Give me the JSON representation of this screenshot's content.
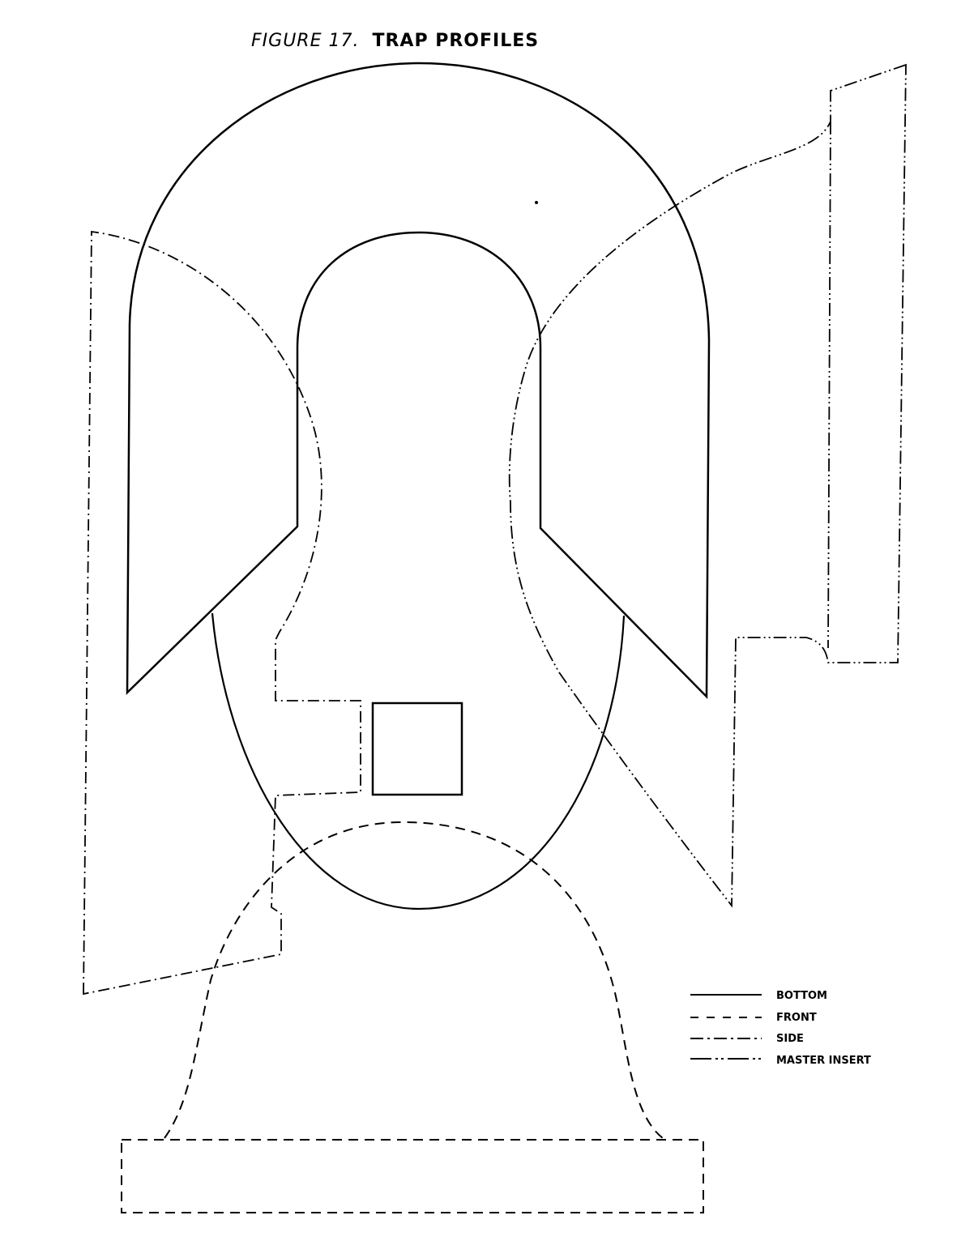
{
  "title": {
    "figure": "FIGURE 17.",
    "text": "TRAP PROFILES"
  },
  "legend": [
    {
      "label": "BOTTOM",
      "style": "solid"
    },
    {
      "label": "FRONT",
      "style": "dashed"
    },
    {
      "label": "SIDE",
      "style": "dash-dot"
    },
    {
      "label": "MASTER INSERT",
      "style": "dash-dot-dot"
    }
  ],
  "colors": {
    "ink": "#000000",
    "paper": "#ffffff"
  }
}
